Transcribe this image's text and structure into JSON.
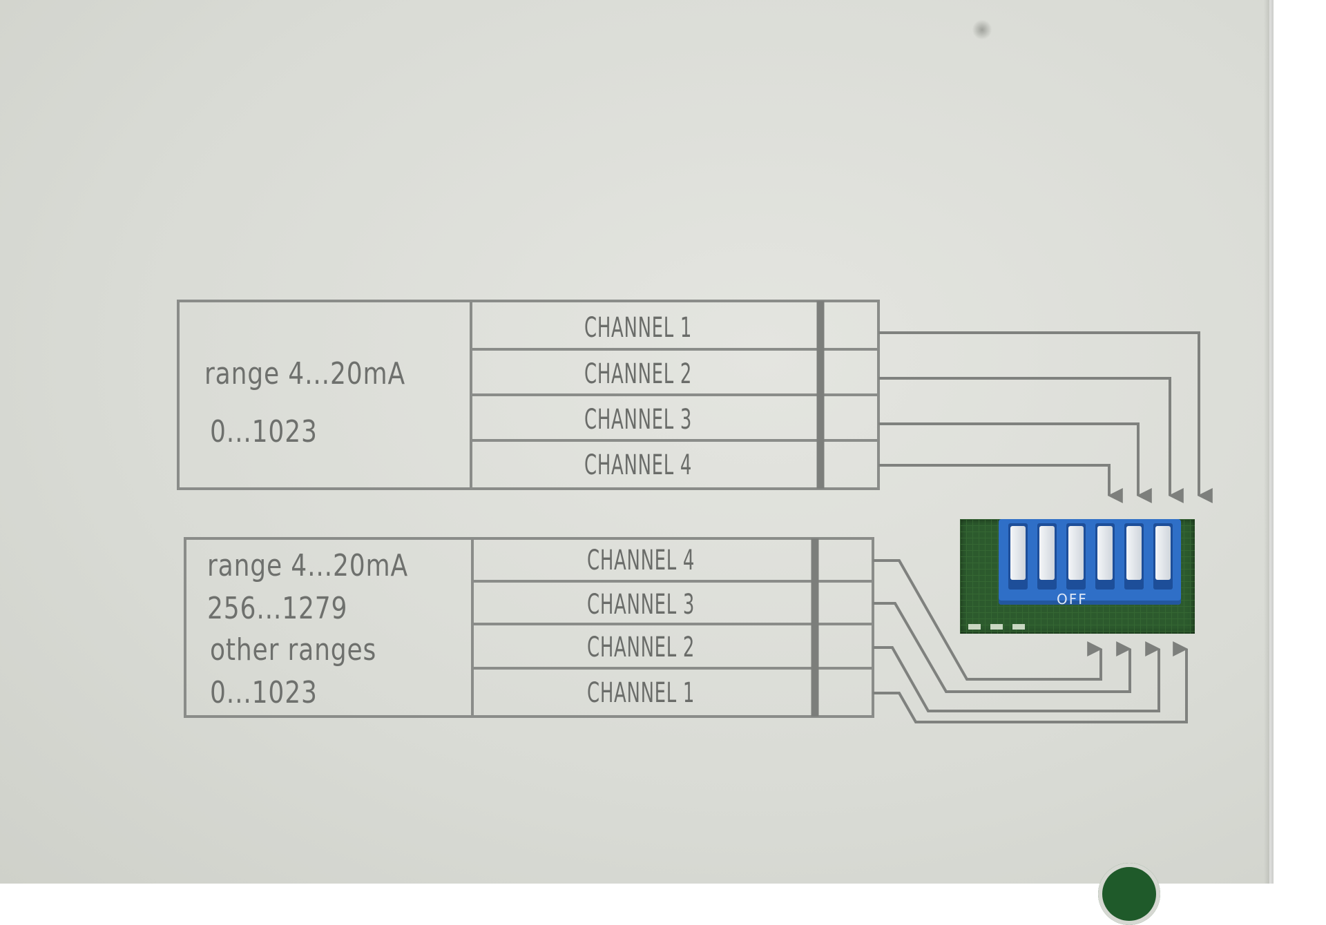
{
  "top_block": {
    "range_label": "range   4...20mA",
    "value_label": "0...1023",
    "channels": [
      "CHANNEL   1",
      "CHANNEL   2",
      "CHANNEL   3",
      "CHANNEL   4"
    ]
  },
  "bottom_block": {
    "range_label": "range   4...20mA",
    "value_label": "256...1279",
    "other_label": "other ranges",
    "other_value": "0...1023",
    "channels": [
      "CHANNEL   4",
      "CHANNEL   3",
      "CHANNEL   2",
      "CHANNEL   1"
    ]
  },
  "dip_switch": {
    "off_label": "OFF",
    "positions": 6
  },
  "colors": {
    "panel": "#dcded8",
    "ink": "#6e706d",
    "pcb": "#2c5a2d",
    "switch_body": "#2f6fc7"
  }
}
